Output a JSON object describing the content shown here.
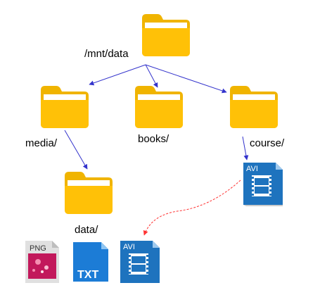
{
  "diagram": {
    "nodes": {
      "root": {
        "label": "/mnt/data",
        "icon": "folder-icon"
      },
      "media": {
        "label": "media/",
        "icon": "folder-icon"
      },
      "books": {
        "label": "books/",
        "icon": "folder-icon"
      },
      "course": {
        "label": "course/",
        "icon": "folder-icon"
      },
      "media_data": {
        "label": "data/",
        "icon": "folder-icon"
      },
      "course_video": {
        "badge": "AVI",
        "icon": "avi-file-icon"
      },
      "png_file": {
        "badge": "PNG",
        "icon": "png-file-icon"
      },
      "txt_file": {
        "badge": "TXT",
        "icon": "txt-file-icon"
      },
      "avi_copy": {
        "badge": "AVI",
        "icon": "avi-file-icon"
      }
    },
    "colors": {
      "folder_body": "#FFC107",
      "folder_back": "#F0B400",
      "folder_paper": "#FFFFFF",
      "edge": "#3333CC",
      "dashed_edge": "#FF3333",
      "avi_blue": "#1E73BE",
      "txt_blue": "#1C7CD6",
      "png_pink": "#C2185B",
      "png_gray": "#E0E0E0"
    }
  }
}
